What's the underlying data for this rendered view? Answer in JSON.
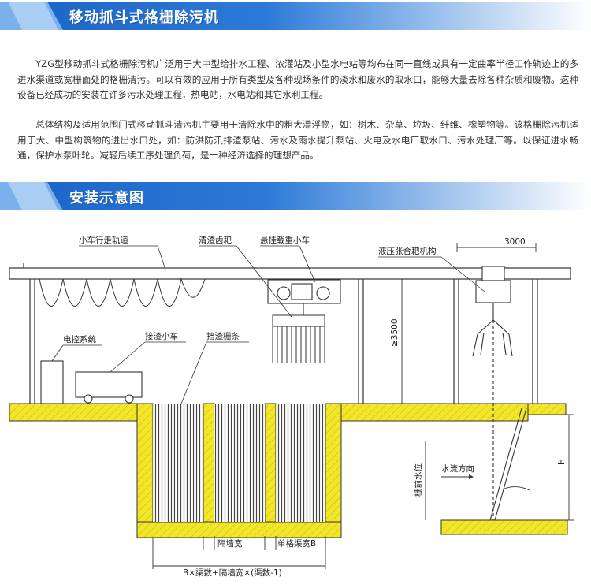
{
  "section1": {
    "title": "移动抓斗式格栅除污机"
  },
  "intro": {
    "paragraph1": "YZG型移动抓斗式格栅除污机广泛用于大中型给排水工程、浓灌站及小型水电站等均布在同一直线或具有一定曲率半径工作轨迹上的多进水渠道或宽栅面处的格栅清污。可以有效的应用于所有类型及各种现场条件的淡水和废水的取水口，能够大量去除各种杂质和废物。这种设备已经成功的安装在许多污水处理工程，热电站，水电站和其它水利工程。",
    "paragraph2": "总体结构及适用范围门式移动抓斗清污机主要用于清除水中的粗大漂浮物，如：树木、杂草、垃圾、纤维、橡塑物等。该格栅除污机适用于大、中型构筑物的进出水口处，如：防洪防汛排渣泵站、污水及雨水提升泵站、火电及水电厂取水口、污水处理厂等。以保证进水畅通，保护水泵叶轮。减轻后续工序处理负荷，是一种经济选择的理想产品。"
  },
  "section2": {
    "title": "安装示意图"
  },
  "diagram": {
    "labels": {
      "track": "小车行走轨道",
      "rake": "清渣齿耙",
      "hoist_cart": "悬挂载重小车",
      "hydraulic": "液压张合耙机构",
      "control": "电控系统",
      "cart": "接渣小车",
      "screen": "挡渣栅条",
      "dim_3000": "3000",
      "dim_3500": "≥3500",
      "flow": "水流方向",
      "water_level": "栅前水位",
      "H": "H",
      "wall_width": "隔墙宽",
      "channel_width": "单格渠宽B",
      "total_width": "B×渠数+隔墙宽×(渠数-1)"
    }
  },
  "colors": {
    "banner_dark": "#1a63c6",
    "banner_light": "#6fa8e8",
    "concrete": "#f2e62a",
    "line": "#333333"
  }
}
